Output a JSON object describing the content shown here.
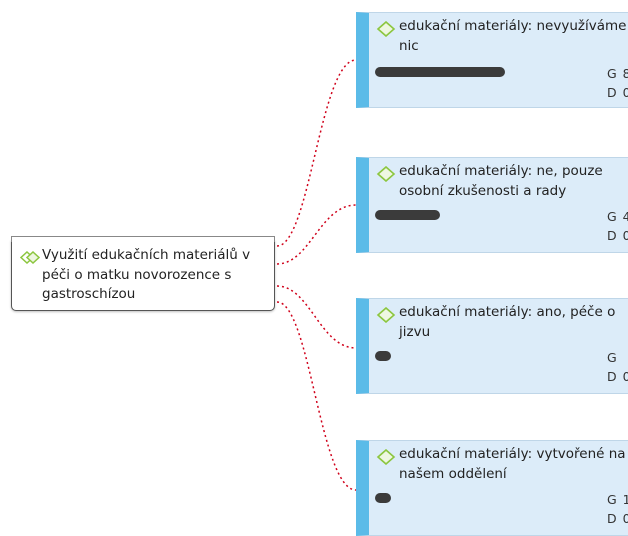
{
  "root": {
    "label": "Využití edukačních materiálů v péči o matku novorozence s gastroschízou",
    "icon": "diamond-icon"
  },
  "topics": [
    {
      "label": "edukační materiály: nevyužíváme nic",
      "icon": "diamond-icon",
      "bar_fraction": 1.0,
      "meta_g": "G 8",
      "meta_d": "D 0"
    },
    {
      "label": "edukační materiály: ne, pouze osobní zkušenosti a rady",
      "icon": "diamond-icon",
      "bar_fraction": 0.5,
      "meta_g": "G 4",
      "meta_d": "D 0"
    },
    {
      "label": "edukační materiály: ano, péče o jizvu",
      "icon": "diamond-icon",
      "bar_fraction": 0.125,
      "meta_g": "G",
      "meta_d": "D 0"
    },
    {
      "label": "edukační materiály: vytvořené na našem oddělení",
      "icon": "diamond-icon",
      "bar_fraction": 0.125,
      "meta_g": "G 1",
      "meta_d": "D 0"
    }
  ],
  "colors": {
    "connector": "#d0021b",
    "topic_bg": "#dcecf9",
    "topic_accent": "#5bbbe8",
    "bar": "#3b3b3b",
    "diamond": "#8cc63f"
  }
}
